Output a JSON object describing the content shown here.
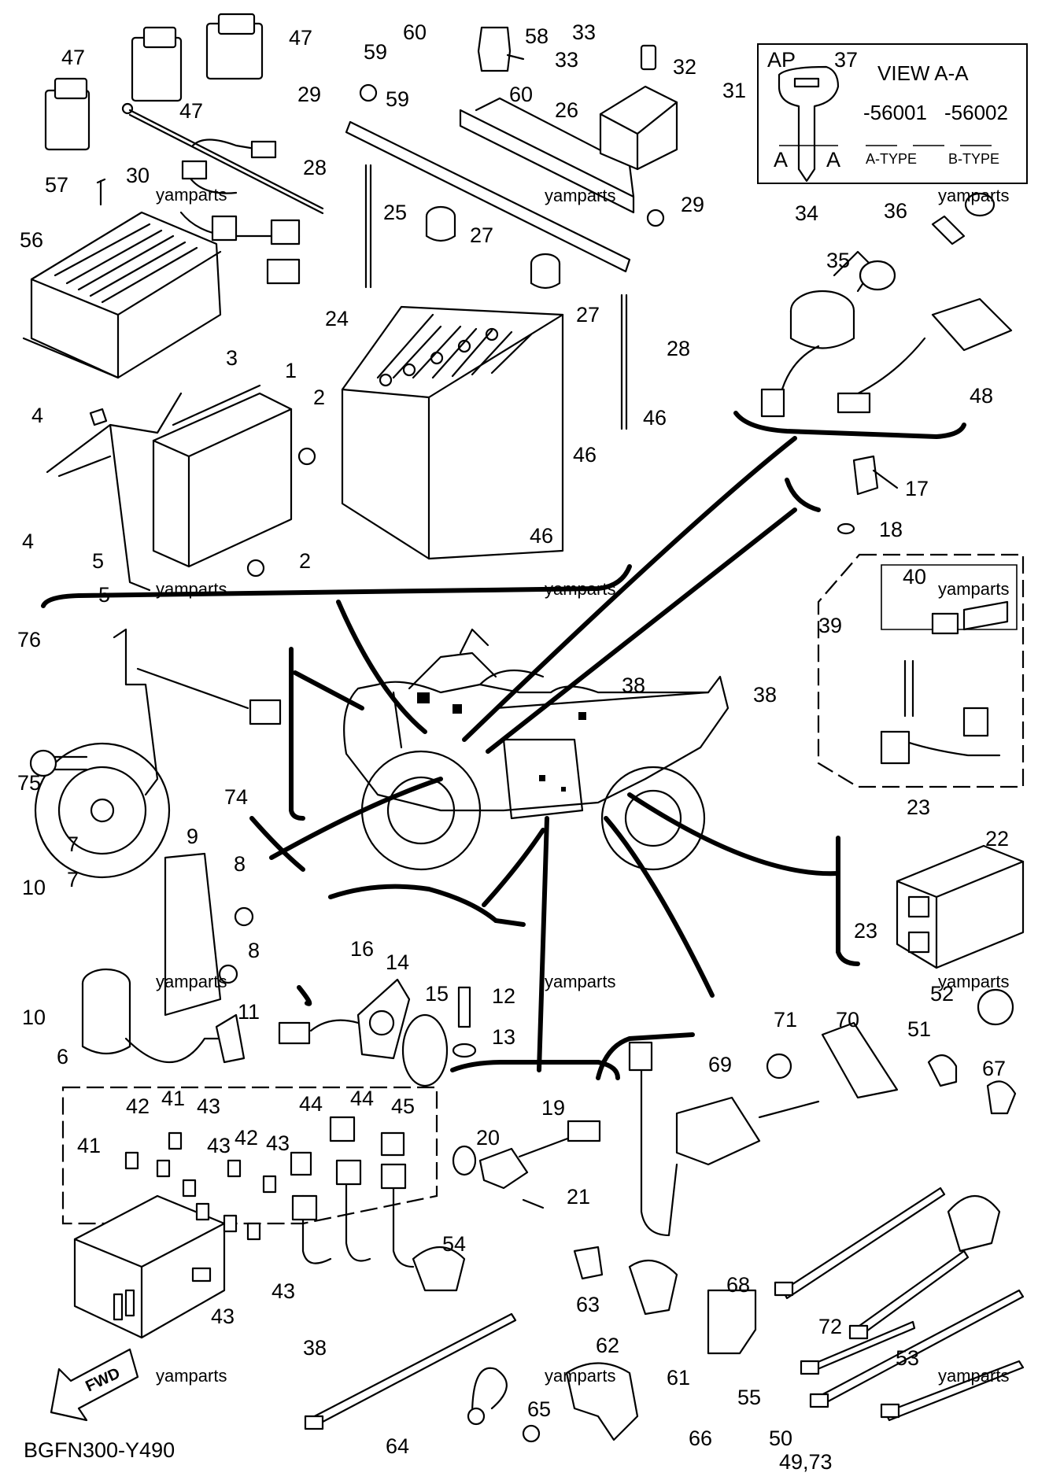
{
  "diagram_code": "BGFN300-Y490",
  "watermark": "yamparts",
  "fwd_label": "FWD",
  "view_box": {
    "title": "VIEW A-A",
    "ap_label": "AP",
    "part_37": "37",
    "code_a": "-56001",
    "code_b": "-56002",
    "type_a": "A-TYPE",
    "type_b": "B-TYPE",
    "section_a_left": "A",
    "section_a_right": "A"
  },
  "labels": {
    "l47a": "47",
    "l47b": "47",
    "l47c": "47",
    "l30": "30",
    "l57": "57",
    "l56": "56",
    "l60a": "60",
    "l58": "58",
    "l59a": "59",
    "l60b": "60",
    "l29a": "29",
    "l59b": "59",
    "l33a": "33",
    "l33b": "33",
    "l32": "32",
    "l31": "31",
    "l26": "26",
    "l28a": "28",
    "l25": "25",
    "l27a": "27",
    "l27b": "27",
    "l29b": "29",
    "l28b": "28",
    "l24": "24",
    "l3": "3",
    "l1": "1",
    "l4a": "4",
    "l2a": "2",
    "l4b": "4",
    "l5a": "5",
    "l2b": "2",
    "l5b": "5",
    "l46a": "46",
    "l46b": "46",
    "l46c": "46",
    "l34": "34",
    "l36": "36",
    "l35": "35",
    "l48": "48",
    "l17": "17",
    "l18": "18",
    "l40": "40",
    "l39": "39",
    "l38a": "38",
    "l38b": "38",
    "l76": "76",
    "l75": "75",
    "l74": "74",
    "l9": "9",
    "l7a": "7",
    "l7b": "7",
    "l8a": "8",
    "l8b": "8",
    "l10a": "10",
    "l10b": "10",
    "l6": "6",
    "l11": "11",
    "l16": "16",
    "l14": "14",
    "l15": "15",
    "l12": "12",
    "l13": "13",
    "l23a": "23",
    "l22": "22",
    "l23b": "23",
    "l52": "52",
    "l51": "51",
    "l67": "67",
    "l71": "71",
    "l70": "70",
    "l69": "69",
    "l68": "68",
    "l72": "72",
    "l53": "53",
    "l19": "19",
    "l20": "20",
    "l21": "21",
    "l42a": "42",
    "l41a": "41",
    "l43a": "43",
    "l44a": "44",
    "l44b": "44",
    "l45": "45",
    "l41b": "41",
    "l42b": "42",
    "l43b": "43",
    "l43c": "43",
    "l43d": "43",
    "l43e": "43",
    "l38c": "38",
    "l54": "54",
    "l63": "63",
    "l62": "62",
    "l61": "61",
    "l55": "55",
    "l50": "50",
    "l4973": "49,73",
    "l64": "64",
    "l65": "65",
    "l66": "66"
  }
}
